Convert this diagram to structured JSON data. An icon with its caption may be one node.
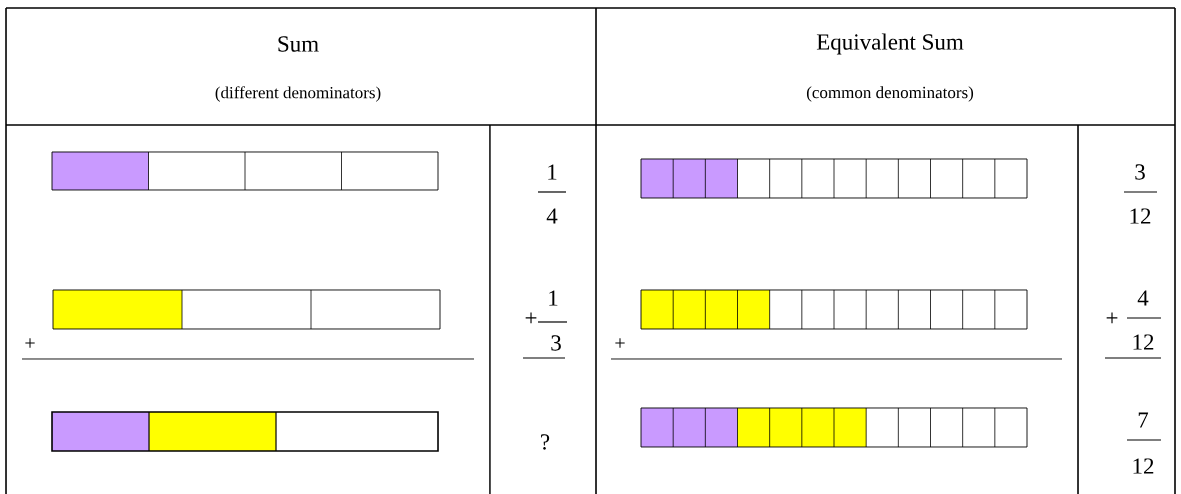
{
  "diagram": {
    "labels": [
      "Sum",
      "(different denominators)",
      "Equivalent Sum",
      "(common denominators)",
      "1",
      "4",
      "3",
      "12",
      "+",
      "+",
      "1",
      "3",
      "+",
      "+",
      "4",
      "12",
      "?",
      "7",
      "12"
    ]
  }
}
